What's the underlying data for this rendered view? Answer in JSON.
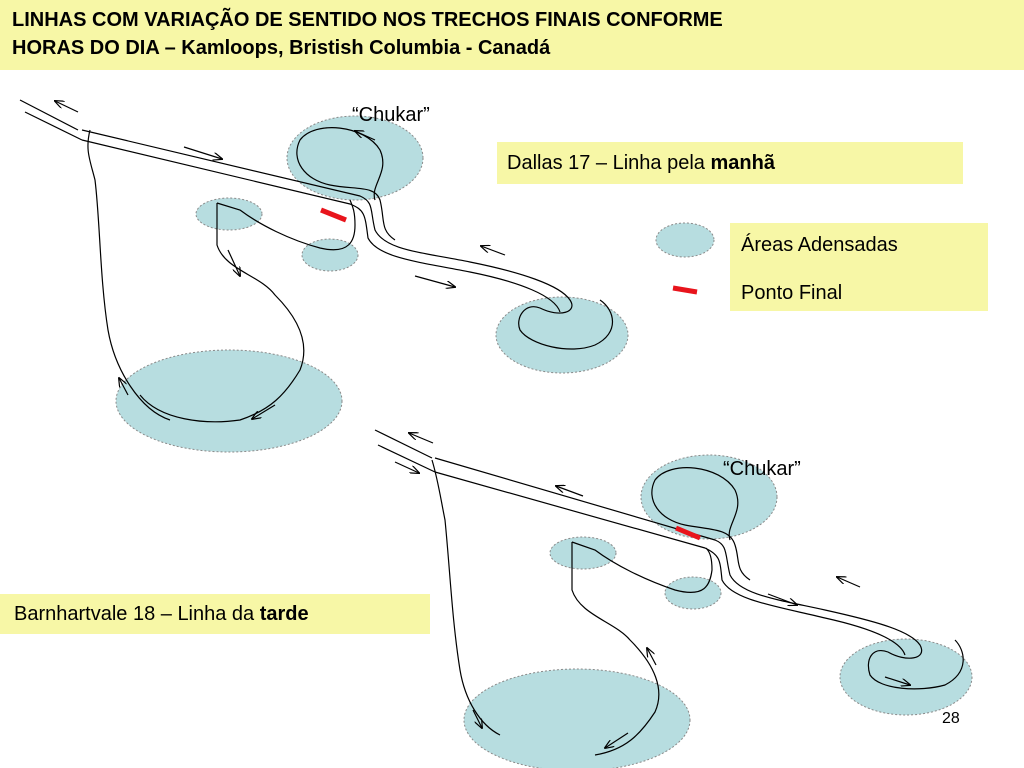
{
  "title": {
    "line1": "LINHAS COM VARIAÇÃO DE SENTIDO NOS TRECHOS FINAIS CONFORME",
    "line2": "HORAS DO DIA – Kamloops, Bristish Columbia - Canadá"
  },
  "map_top": {
    "label": "“Chukar”",
    "caption_text": "Dallas 17 – Linha pela ",
    "caption_bold": "manhã"
  },
  "map_bottom": {
    "label": "“Chukar”",
    "caption_text": "Barnhartvale 18 – Linha da ",
    "caption_bold": "tarde"
  },
  "legend": {
    "area_label": "Áreas Adensadas",
    "stop_label": "Ponto Final"
  },
  "page_number": "28",
  "colors": {
    "area_fill": "#b7dde0",
    "stop_marker": "#e8141c",
    "caption_bg": "#f7f7a6",
    "line": "#000000"
  }
}
